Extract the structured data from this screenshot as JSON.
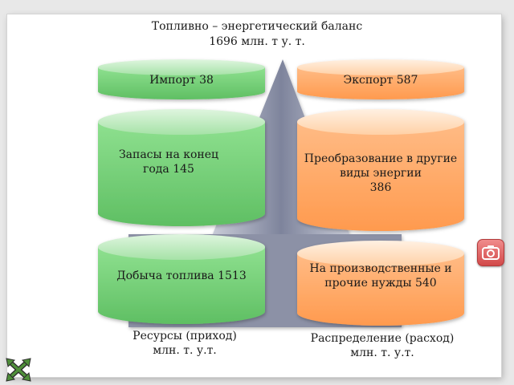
{
  "header": {
    "title_line1": "Топливно – энергетический баланс",
    "title_line2": "1696 млн. т у. т."
  },
  "resources": {
    "import_label": "Импорт 38",
    "stocks_line1": "Запасы на конец",
    "stocks_line2": "года 145",
    "production_label": "Добыча топлива 1513"
  },
  "distribution": {
    "export_label": "Экспорт 587",
    "conversion_line1": "Преобразование в другие",
    "conversion_line2": "виды энергии",
    "conversion_line3": "386",
    "needs_line1": "На производственные и",
    "needs_line2": "прочие нужды 540"
  },
  "footer": {
    "resources_line1": "Ресурсы (приход)",
    "resources_line2": "млн. т. у.т.",
    "distribution_line1": "Распределение (расход)",
    "distribution_line2": "млн. т. у.т."
  },
  "colors": {
    "resource_green": "#6fcf73",
    "distribution_orange": "#ffa35a",
    "arrow_gray": "#8e93a8"
  },
  "icons": {
    "camera": "camera-icon",
    "navigation": "crossed-arrows-icon"
  }
}
